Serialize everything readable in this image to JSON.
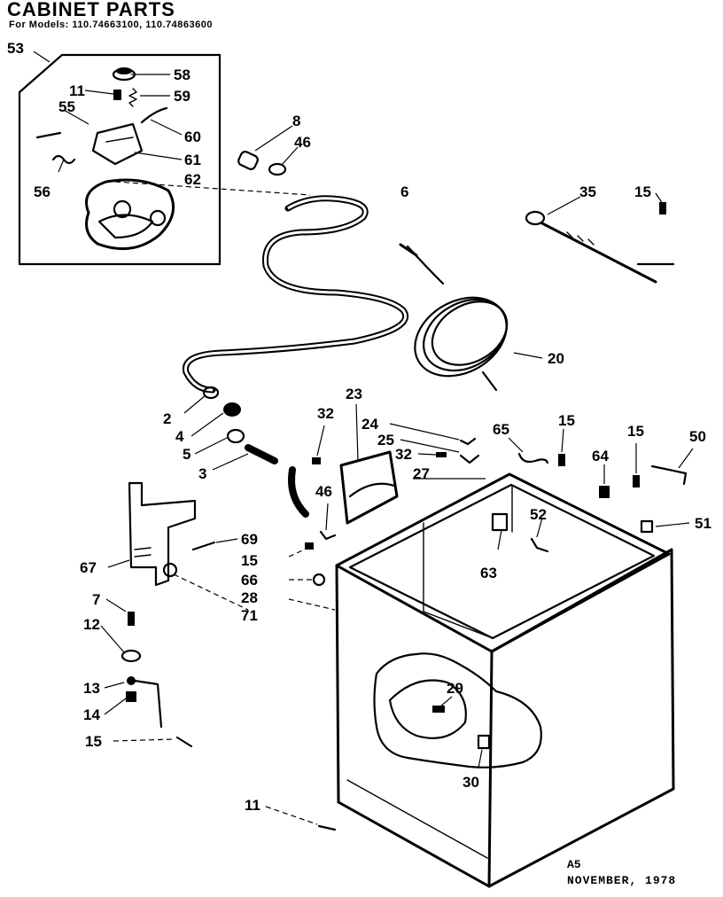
{
  "header": {
    "title": "CABINET PARTS",
    "models": "For Models: 110.74663100, 110.74863600"
  },
  "footer": {
    "page": "A5",
    "date": "NOVEMBER, 1978"
  },
  "callouts": {
    "c53": "53",
    "c58": "58",
    "c11a": "11",
    "c59": "59",
    "c55": "55",
    "c60": "60",
    "c61": "61",
    "c56": "56",
    "c62": "62",
    "c8": "8",
    "c46a": "46",
    "c6": "6",
    "c35": "35",
    "c15a": "15",
    "c20": "20",
    "c2": "2",
    "c4": "4",
    "c5": "5",
    "c3": "3",
    "c32a": "32",
    "c23": "23",
    "c24": "24",
    "c25": "25",
    "c32b": "32",
    "c65": "65",
    "c15b": "15",
    "c15c": "15",
    "c50": "50",
    "c27": "27",
    "c64": "64",
    "c52": "52",
    "c51": "51",
    "c46b": "46",
    "c63": "63",
    "c69": "69",
    "c67": "67",
    "c15d": "15",
    "c66": "66",
    "c28": "28",
    "c71": "71",
    "c7": "7",
    "c12": "12",
    "c13": "13",
    "c14": "14",
    "c15e": "15",
    "c29": "29",
    "c30": "30",
    "c11b": "11"
  }
}
